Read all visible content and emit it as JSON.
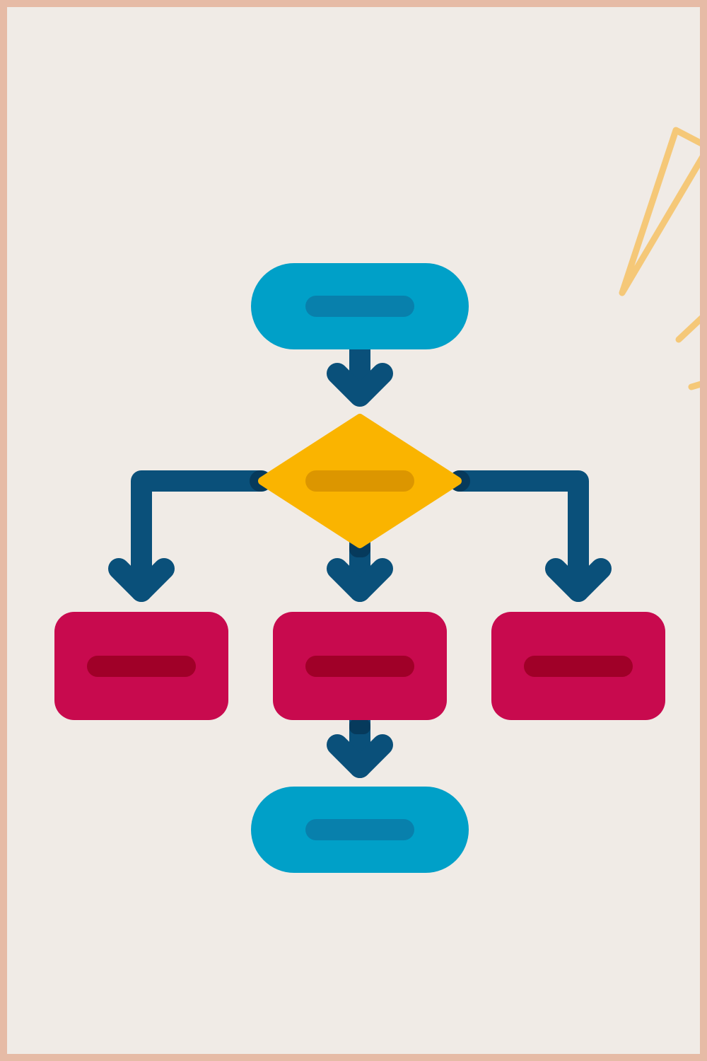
{
  "colors": {
    "frame_border": "#e6bba6",
    "background": "#f0ebe6",
    "terminator_fill": "#00a0c8",
    "terminator_bar": "#0880ac",
    "decision_fill": "#fab400",
    "decision_bar": "#dc9600",
    "process_fill": "#c80a4e",
    "process_bar": "#a00028",
    "connector": "#0a507a",
    "connector_joint": "#063a5c",
    "doodle": "#f5c878"
  },
  "icons": {
    "terminator": "rounded-pill-shape",
    "decision": "diamond-shape",
    "process": "rounded-rectangle-shape",
    "arrow": "down-arrow-icon",
    "doodle": "sparkle-lines-doodle"
  },
  "nodes": [
    {
      "id": "start",
      "kind": "terminator",
      "text": ""
    },
    {
      "id": "decision",
      "kind": "decision",
      "text": ""
    },
    {
      "id": "process-left",
      "kind": "process",
      "text": ""
    },
    {
      "id": "process-center",
      "kind": "process",
      "text": ""
    },
    {
      "id": "process-right",
      "kind": "process",
      "text": ""
    },
    {
      "id": "end",
      "kind": "terminator",
      "text": ""
    }
  ],
  "edges": [
    {
      "from": "start",
      "to": "decision"
    },
    {
      "from": "decision",
      "to": "process-left"
    },
    {
      "from": "decision",
      "to": "process-center"
    },
    {
      "from": "decision",
      "to": "process-right"
    },
    {
      "from": "process-center",
      "to": "end"
    }
  ]
}
